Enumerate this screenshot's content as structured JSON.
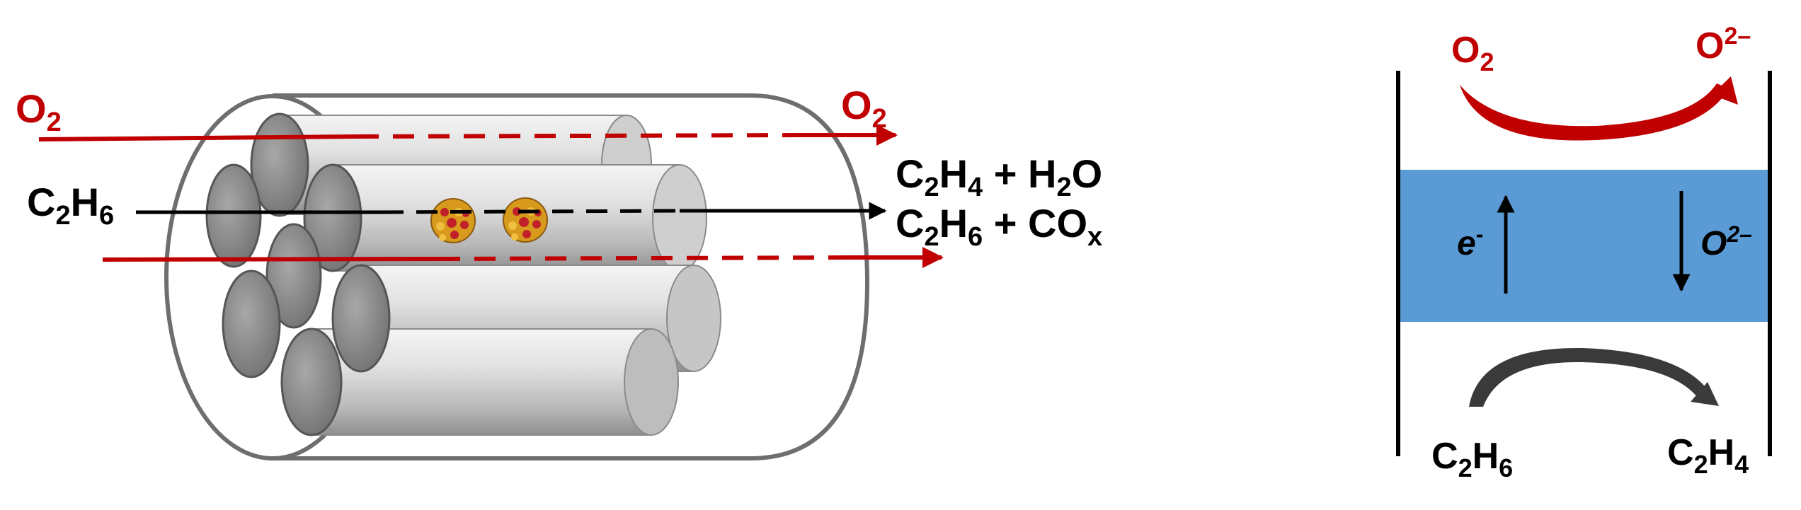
{
  "left_panel": {
    "o2_in": {
      "main": "O",
      "sub": "2"
    },
    "o2_out": {
      "main": "O",
      "sub": "2"
    },
    "feed": {
      "a": "C",
      "a_sub": "2",
      "b": "H",
      "b_sub": "6"
    },
    "product_1": {
      "a": "C",
      "a_sub": "2",
      "b": "H",
      "b_sub": "4",
      "rest": " + H",
      "c_sub": "2",
      "tail": "O"
    },
    "product_2": {
      "a": "C",
      "a_sub": "2",
      "b": "H",
      "b_sub": "6",
      "rest": " + CO",
      "c_sub": "x"
    }
  },
  "right_panel": {
    "o2": {
      "main": "O",
      "sub": "2"
    },
    "o2_ion": {
      "main": "O",
      "sup": "2–"
    },
    "electron": {
      "main": "e",
      "sup": "-"
    },
    "oxide": {
      "main": "O",
      "sup": "2–"
    },
    "c2h6": {
      "a": "C",
      "a_sub": "2",
      "b": "H",
      "b_sub": "6"
    },
    "c2h4": {
      "a": "C",
      "a_sub": "2",
      "b": "H",
      "b_sub": "4"
    }
  },
  "colors": {
    "red": "#c00000",
    "black": "#000000",
    "membrane_blue": "#5b9bd5",
    "tube_grey": "#9a9a9a",
    "shell_grey": "#6e6e6e",
    "particle_gold": "#e0a020",
    "particle_red": "#c0202a"
  }
}
